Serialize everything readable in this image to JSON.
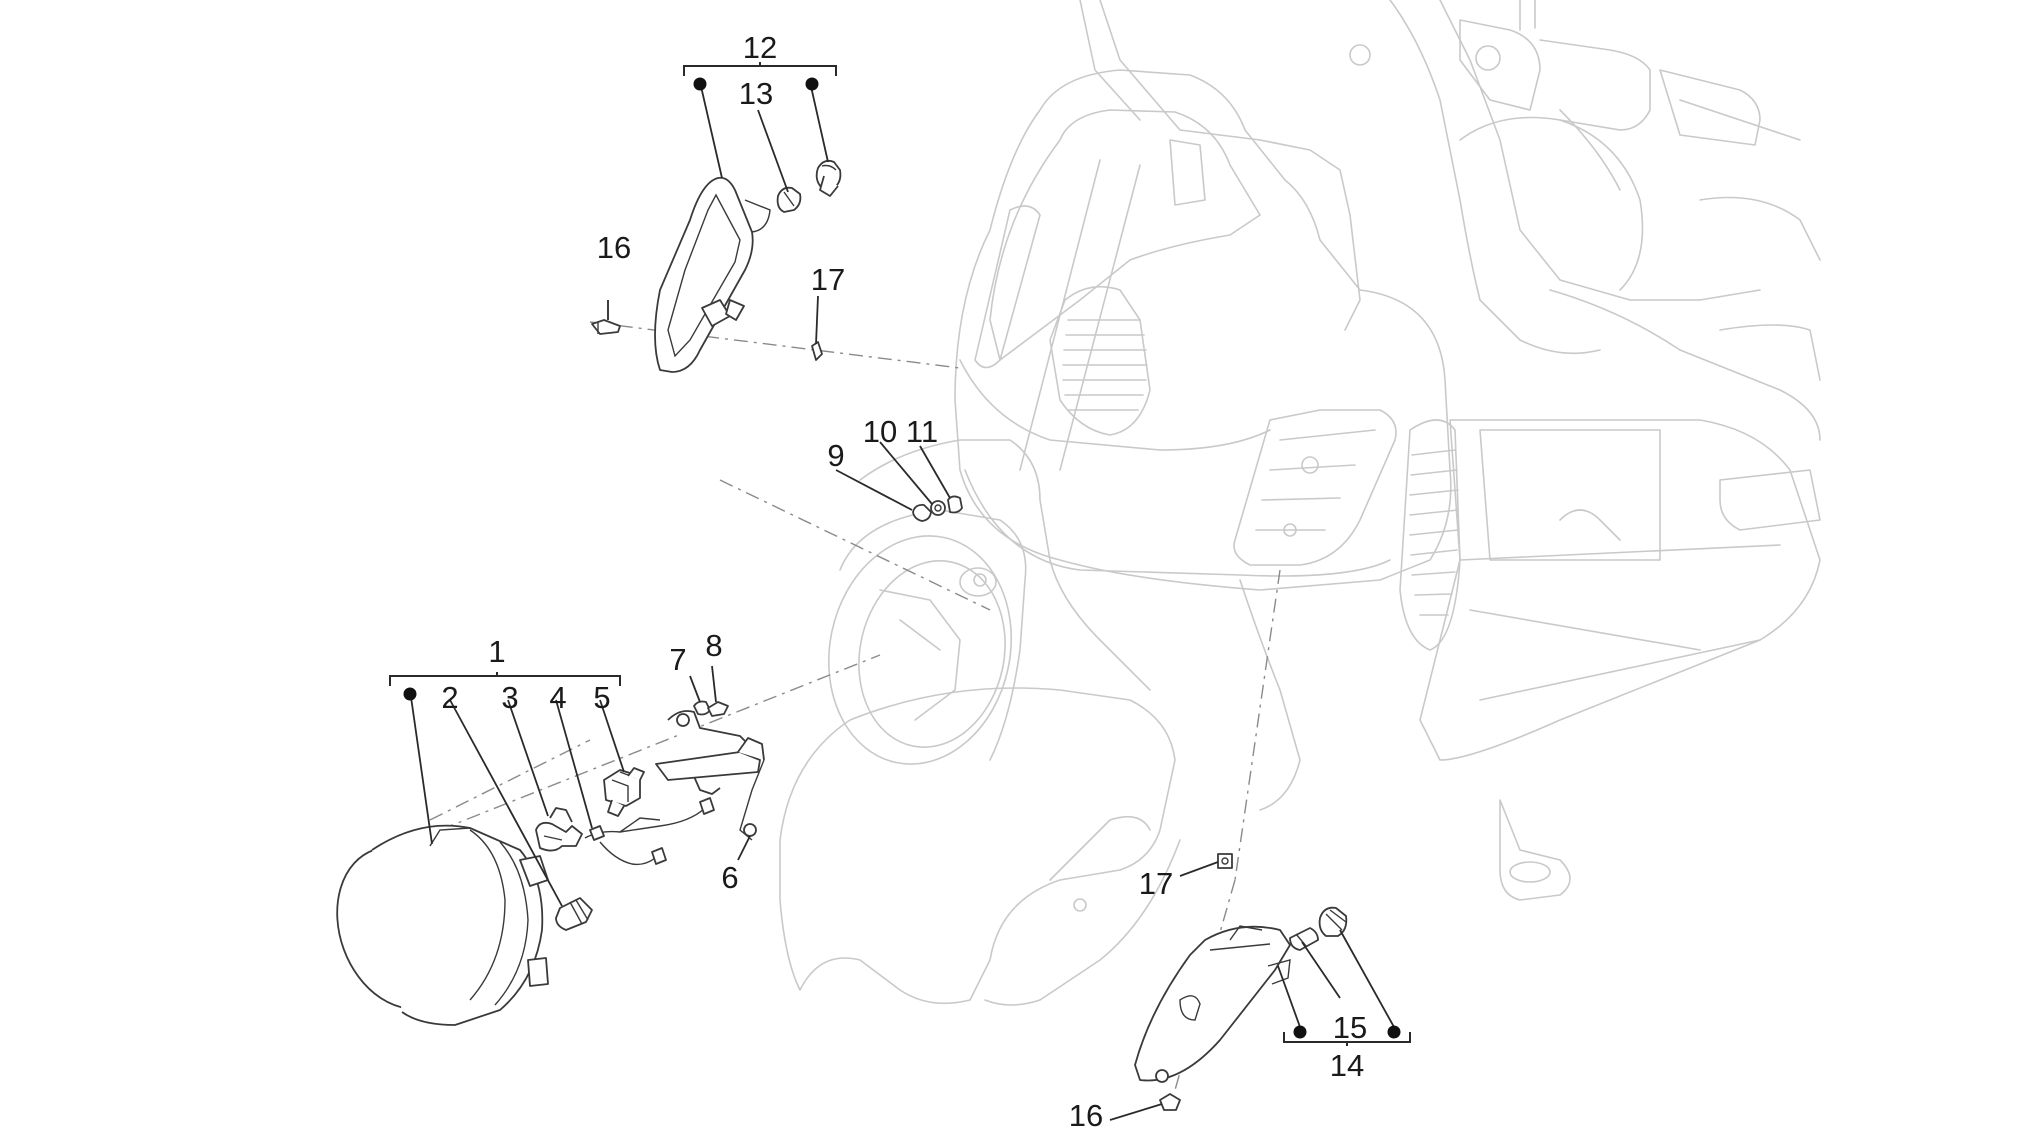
{
  "callouts": {
    "c1": "1",
    "c2": "2",
    "c3": "3",
    "c4": "4",
    "c5": "5",
    "c6": "6",
    "c7": "7",
    "c8": "8",
    "c9": "9",
    "c10": "10",
    "c11": "11",
    "c12": "12",
    "c13": "13",
    "c14": "14",
    "c15": "15",
    "c16_top": "16",
    "c16_bottom": "16",
    "c17_top": "17",
    "c17_bottom": "17"
  },
  "colors": {
    "scooter_outline": "#c9c9c9",
    "part_outline": "#3a3a3a",
    "text": "#1a1a1a",
    "background": "#ffffff"
  }
}
